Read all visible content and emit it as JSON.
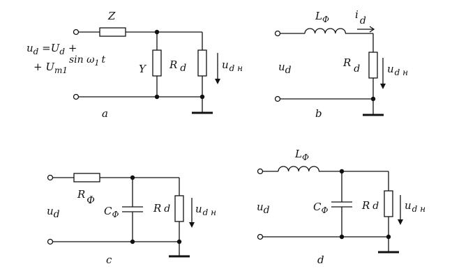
{
  "panels": {
    "a": {
      "caption": "a",
      "impedance": "Z",
      "admittance": "Y",
      "source_line1": {
        "u": "u",
        "u_sub": "d",
        "eq": " =",
        "U": "U",
        "U_sub": "d",
        "tail": " +"
      },
      "source_line2": {
        "plus": "+ ",
        "U": "U",
        "U_sub": "m1",
        "sin": "sin ω",
        "w_sub": "1",
        "t": "t"
      },
      "load_R": "R",
      "load_R_sub": "d",
      "out_u": "u",
      "out_sub": "d н"
    },
    "b": {
      "caption": "b",
      "inductor": "L",
      "inductor_sub": "Ф",
      "current": "i",
      "current_sub": "d",
      "source": "u",
      "source_sub": "d",
      "load_R": "R",
      "load_R_sub": "d",
      "out_u": "u",
      "out_sub": "d н"
    },
    "c": {
      "caption": "c",
      "resistor": "R",
      "resistor_sub": "Ф",
      "capacitor": "C",
      "capacitor_sub": "Ф",
      "source": "u",
      "source_sub": "d",
      "load_R": "R",
      "load_R_sub": "d",
      "out_u": "u",
      "out_sub": "d н"
    },
    "d": {
      "caption": "d",
      "inductor": "L",
      "inductor_sub": "Ф",
      "capacitor": "C",
      "capacitor_sub": "Ф",
      "source": "u",
      "source_sub": "d",
      "load_R": "R",
      "load_R_sub": "d",
      "out_u": "u",
      "out_sub": "d н"
    }
  }
}
